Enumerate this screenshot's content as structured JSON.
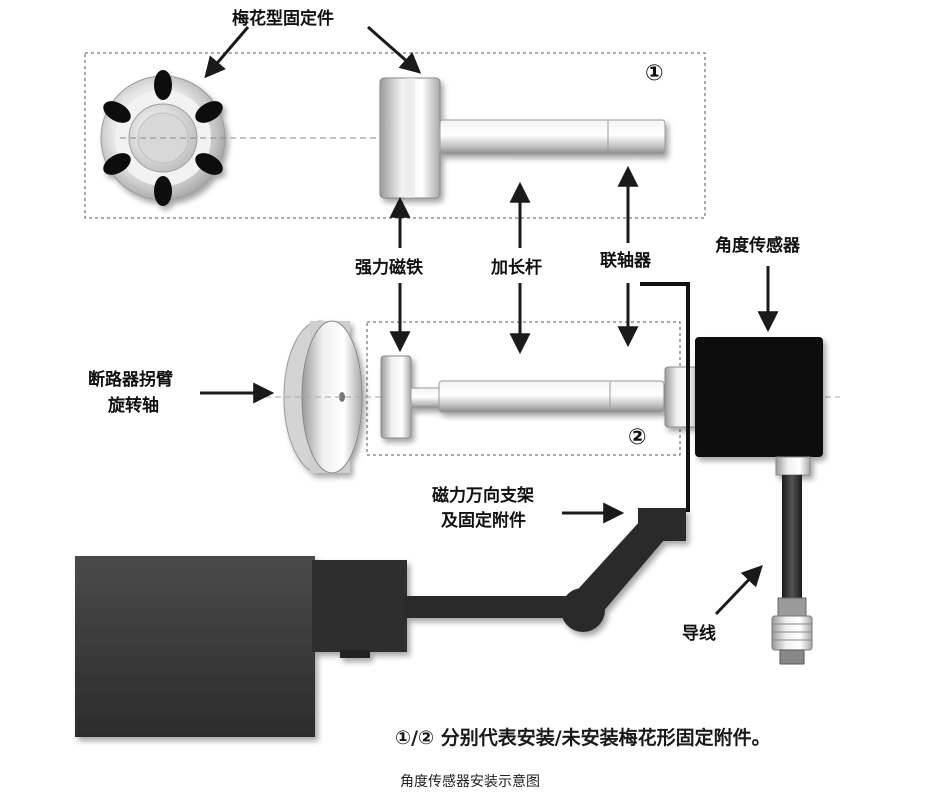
{
  "labels": {
    "plum_fixture": "梅花型固定件",
    "marker_1": "①",
    "marker_2": "②",
    "magnet": "强力磁铁",
    "extension_rod": "加长杆",
    "coupling": "联轴器",
    "angle_sensor": "角度传感器",
    "breaker_shaft_line1": "断路器拐臂",
    "breaker_shaft_line2": "旋转轴",
    "bracket_line1": "磁力万向支架",
    "bracket_line2": "及固定附件",
    "cable": "导线"
  },
  "note": "①/② 分别代表安装/未安装梅花形固定附件。",
  "caption": "角度传感器安装示意图",
  "colors": {
    "label_text": "#111111",
    "arrow": "#1a1a1a",
    "sensor_body": "#0d0d0d",
    "base_block": "#3a3a3a",
    "dashed_box": "#555555"
  }
}
